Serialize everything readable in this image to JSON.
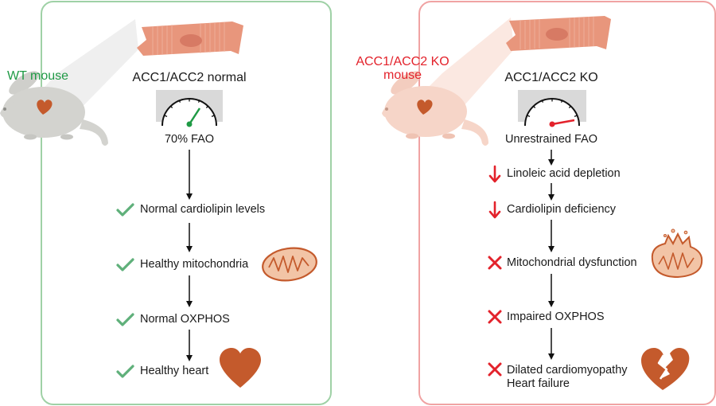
{
  "colors": {
    "green_accent": "#1f9a45",
    "red_accent": "#e3222b",
    "check_green": "#5fb07a",
    "heart_orange": "#c45a2c",
    "muscle_cell": "#e8967c",
    "mito_fill": "#f2c4a6",
    "mouse_gray": "#d3d3cf",
    "mouse_pink": "#f6d5c8"
  },
  "icons": {
    "check": "check-icon",
    "cross": "cross-icon",
    "down": "down-arrow-icon",
    "heart": "heart-icon",
    "broken_heart": "broken-heart-icon",
    "mito": "mitochondrion-icon",
    "gauge": "gauge-icon",
    "mouse": "mouse-icon",
    "cell": "muscle-cell-icon"
  },
  "left": {
    "mouse_label": "WT mouse",
    "cell_label": "ACC1/ACC2 normal",
    "gauge_label": "70% FAO",
    "steps": [
      "Normal cardiolipin levels",
      "Healthy mitochondria",
      "Normal OXPHOS",
      "Healthy heart"
    ]
  },
  "right": {
    "mouse_label_line1": "ACC1/ACC2 KO",
    "mouse_label_line2": "mouse",
    "cell_label": "ACC1/ACC2 KO",
    "gauge_label": "Unrestrained FAO",
    "steps": [
      "Linoleic acid depletion",
      "Cardiolipin deficiency",
      "Mitochondrial dysfunction",
      "Impaired OXPHOS"
    ],
    "final_line1": "Dilated cardiomyopathy",
    "final_line2": "Heart failure"
  }
}
